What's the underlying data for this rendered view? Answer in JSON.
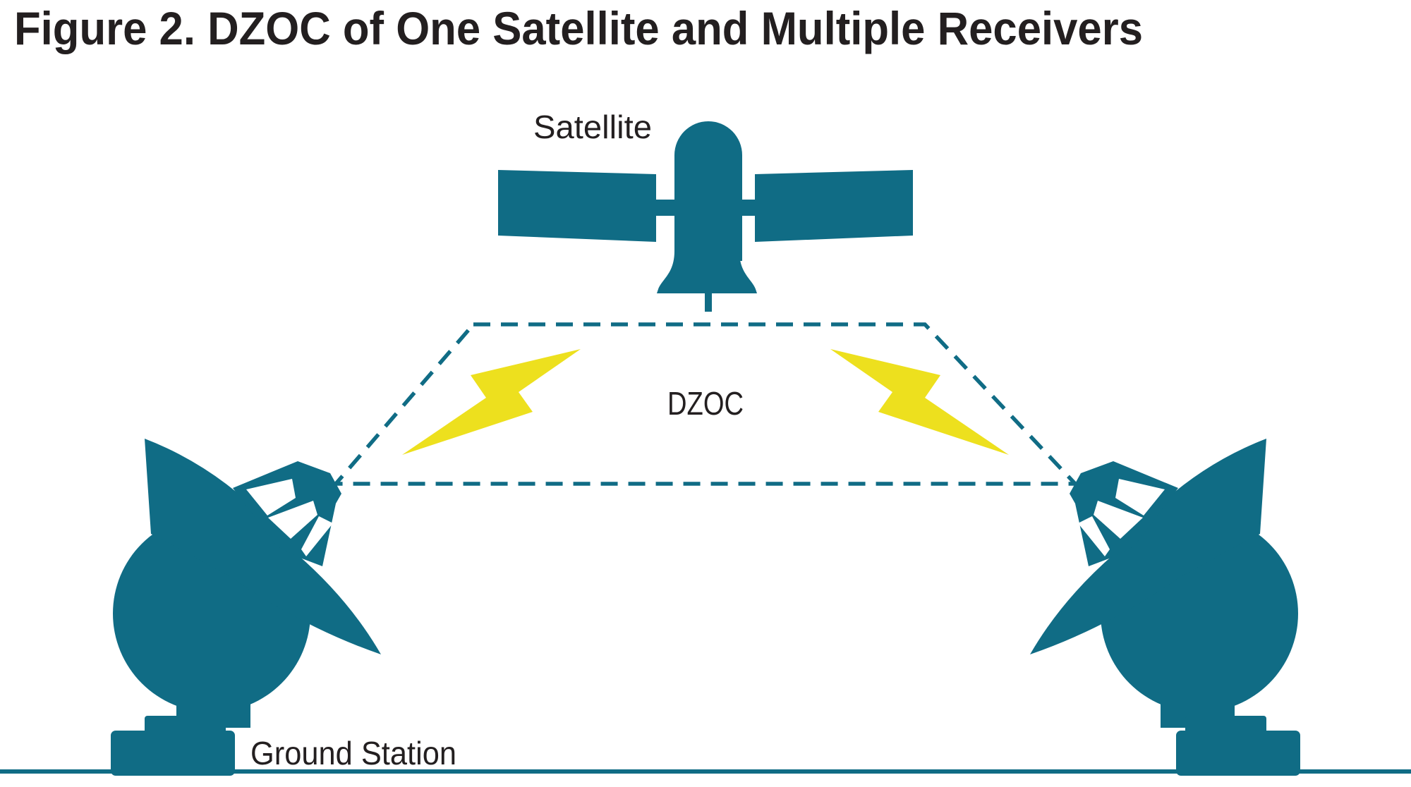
{
  "figure": {
    "title": "Figure 2. DZOC of One Satellite and Multiple Receivers",
    "labels": {
      "satellite": "Satellite",
      "dzoc": "DZOC",
      "ground_station": "Ground Station"
    },
    "colors": {
      "teal": "#106C85",
      "yellow": "#EDE01E",
      "text": "#231F20",
      "background": "#FFFFFF"
    },
    "icons": {
      "satellite": "satellite-icon",
      "ground_station_left": "satellite-dish-icon",
      "ground_station_right": "satellite-dish-icon",
      "signal_left": "lightning-bolt-icon",
      "signal_right": "lightning-bolt-icon",
      "coverage_area": "dashed-trapezoid-boundary"
    }
  }
}
